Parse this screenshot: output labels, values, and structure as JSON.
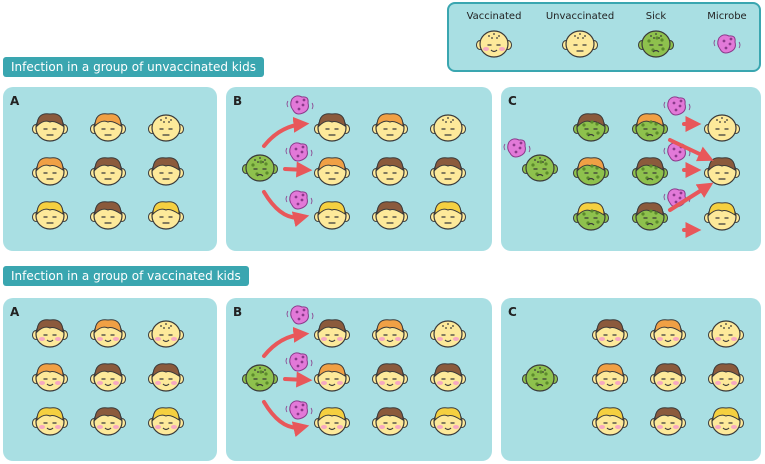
{
  "colors": {
    "panel": "#a9dfe3",
    "label_bg": "#3aa6b0",
    "skin": "#fde99a",
    "skin_line": "#3a3a3a",
    "brown_hair": "#8b5a3c",
    "orange_hair": "#f0a045",
    "yellow_hair": "#f5d040",
    "sick": "#8ec14d",
    "sick_spot": "#5b8a2c",
    "microbe": "#e279d8",
    "microbe_line": "#8a3a8a",
    "cheek": "#f7a8c0",
    "arrow": "#e8575a"
  },
  "legend": {
    "vaccinated": "Vaccinated",
    "unvaccinated": "Unvaccinated",
    "sick": "Sick",
    "microbe": "Microbe"
  },
  "sections": {
    "unvaccinated": {
      "title": "Infection in a group of unvaccinated kids",
      "panels": [
        "A",
        "B",
        "C"
      ]
    },
    "vaccinated": {
      "title": "Infection in a group of vaccinated kids",
      "panels": [
        "A",
        "B",
        "C"
      ]
    }
  },
  "hair_grid": [
    "brown",
    "orange",
    "bald",
    "orange",
    "brown",
    "brown",
    "yellow",
    "brown",
    "yellow"
  ],
  "outcomes": {
    "unvaccinated_C": [
      "sick",
      "sick",
      "healthy",
      "sick",
      "sick",
      "healthy",
      "sick",
      "sick",
      "healthy"
    ],
    "vaccinated_C": [
      "healthy",
      "healthy",
      "healthy",
      "healthy",
      "healthy",
      "healthy",
      "healthy",
      "healthy",
      "healthy"
    ]
  }
}
